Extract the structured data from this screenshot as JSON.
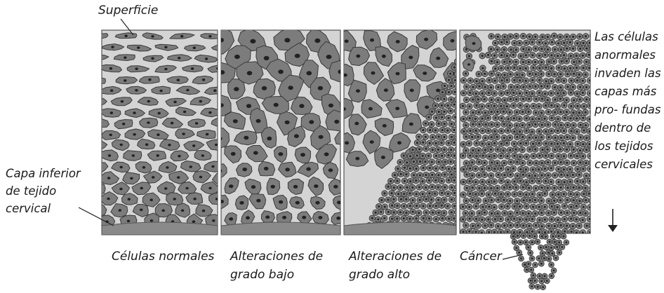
{
  "labels": {
    "surface": "Superficie",
    "bottom_layer": "Capa inferior de tejido cervical",
    "invasion_note": "Las células anormales invaden las capas más pro- fundas dentro de los tejidos cervicales"
  },
  "panels": [
    {
      "caption": "Células normales"
    },
    {
      "caption": "Alteraciones de grado bajo"
    },
    {
      "caption": "Alteraciones de grado alto"
    },
    {
      "caption": "Cáncer"
    }
  ],
  "colors": {
    "background": "#d4d4d4",
    "cell_fill": "#7c7c7c",
    "cell_stroke": "#3a3a3a",
    "nucleus": "#222222",
    "basement": "#8a8a8a",
    "text": "#1a1a1a"
  },
  "icons": {
    "arrow": "down-arrow-icon"
  }
}
